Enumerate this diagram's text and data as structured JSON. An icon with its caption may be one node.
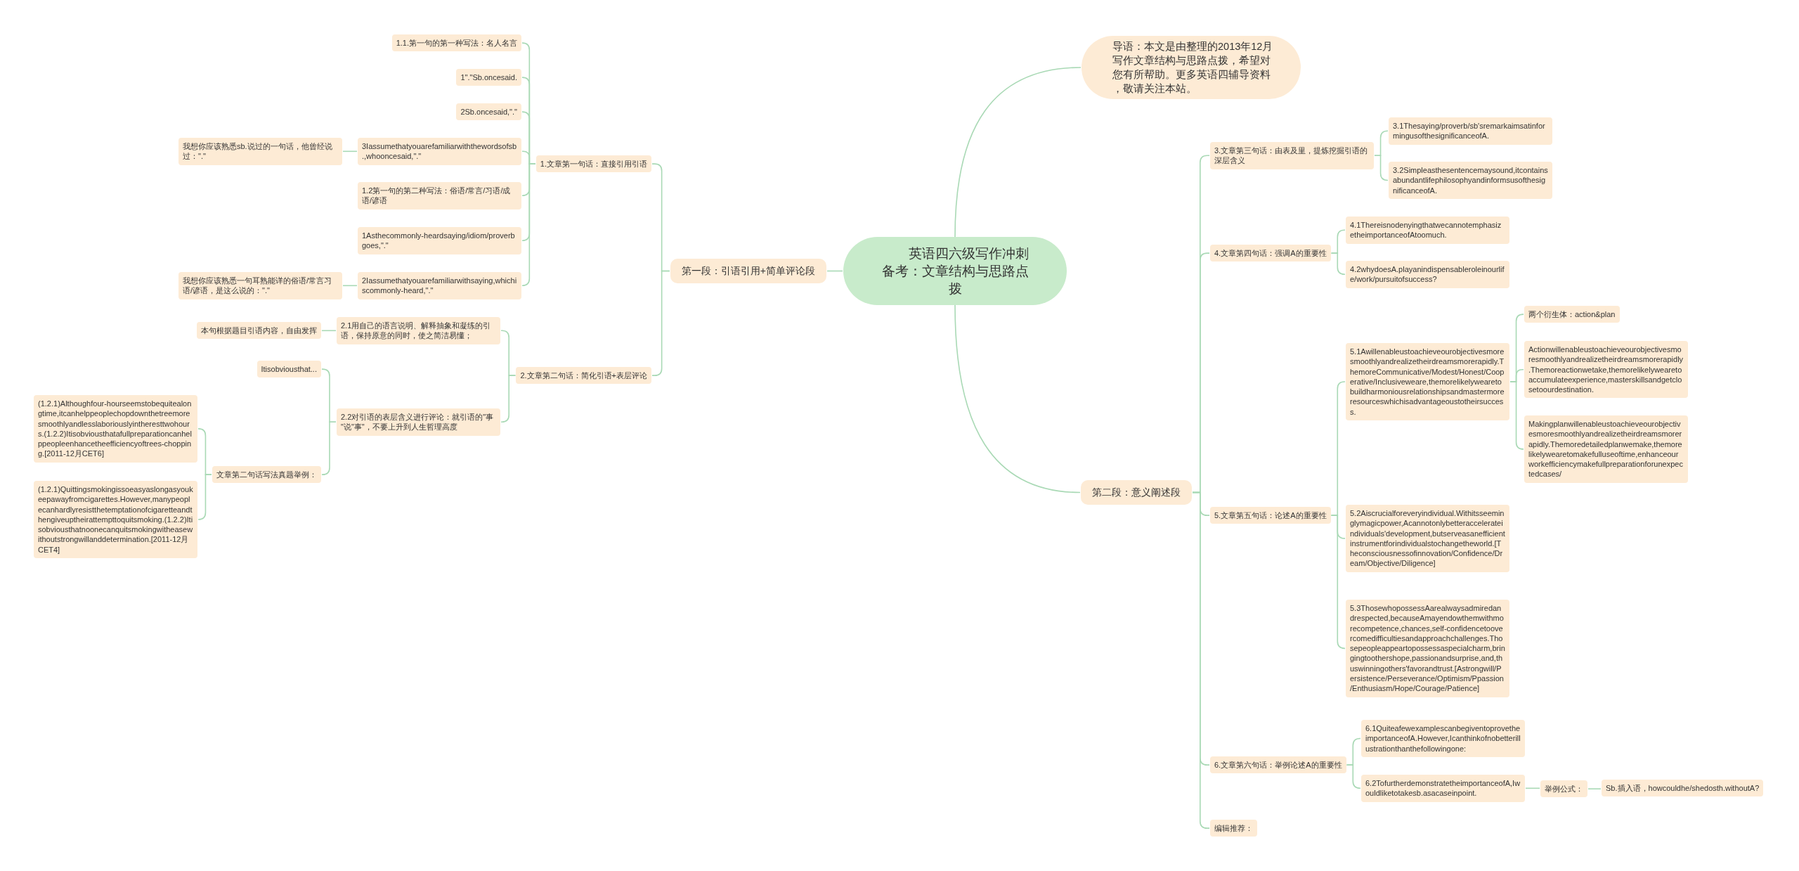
{
  "diagram": {
    "nodes": [
      {
        "text": [
          "英语四六级写作冲刺备考：文章结构与思路点拨"
        ]
      },
      {
        "text": [
          "导语：本文是由整理的2013年12月写作文章结构与思路点拨，希望对您有所帮助。更多英语四辅导资料，敬请关注本站。"
        ]
      },
      {
        "text": [
          "第一段：引语引用+简单评论段"
        ]
      },
      {
        "text": [
          "1.文章第一句话：直接引用引语"
        ]
      },
      {
        "text": [
          "1.1.第一句的第一种写法：名人名言"
        ]
      },
      {
        "text": [
          "1\".\"Sb.oncesaid."
        ]
      },
      {
        "text": [
          "2Sb.oncesaid,\".\""
        ]
      },
      {
        "text": [
          "3Iassumethatyouarefamiliarwiththewordsofsb.,whooncesaid,\".\""
        ]
      },
      {
        "text": [
          "我想你应该熟悉sb.说过的一句话，他曾经说过：\".\""
        ]
      },
      {
        "text": [
          "1.2第一句的第二种写法：俗语/常言/习语/成语/谚语"
        ]
      },
      {
        "text": [
          "1Asthecommonly-heardsaying/idiom/proverbgoes,\".\""
        ]
      },
      {
        "text": [
          "2Iassumethatyouarefamiliarwithsaying,whichiscommonly-heard,\".\""
        ]
      },
      {
        "text": [
          "我想你应该熟悉一句耳熟能详的俗语/常言习语/谚语，是这么说的：\".\""
        ]
      },
      {
        "text": [
          "2.文章第二句话：简化引语+表层评论"
        ]
      },
      {
        "text": [
          "2.1用自己的语言说明、解释抽象和凝练的引语，保持原意的同时，使之简洁易懂；"
        ]
      },
      {
        "text": [
          "本句根据题目引语内容，自由发挥"
        ]
      },
      {
        "text": [
          "2.2对引语的表层含义进行评论：就引语的\"事\"说\"事\"，不要上升到人生哲理高度"
        ]
      },
      {
        "text": [
          "Itisobviousthat..."
        ]
      },
      {
        "text": [
          "文章第二句话写法真题举例："
        ]
      },
      {
        "text": [
          "(1.2.1)Althoughfour-hourseemstobequitealongtime,itcanhelppeoplechopdownthetreemoresmoothlyandlesslaboriouslyintheresttwohours.(1.2.2)Itisobviousthatafullpreparationcanhelppeopleenhancetheefficiencyoftrees-chopping.[2011-12月CET6]"
        ]
      },
      {
        "text": [
          "(1.2.1)Quittingsmokingissoeasyaslongasyoukeepawayfromcigarettes.However,manypeoplecanhardlyresistthetemptationofcigaretteandthengiveuptheirattempttoquitsmoking.(1.2.2)Itisobviousthatnoonecanquitsmokingwitheasewithoutstrongwillanddetermination.[2011-12月CET4]"
        ]
      },
      {
        "text": [
          "第二段：意义阐述段"
        ]
      },
      {
        "text": [
          "3.文章第三句话：由表及里，提炼挖掘引语的深层含义"
        ]
      },
      {
        "text": [
          "3.1Thesaying/proverb/sb'sremarkaimsatinformingusofthesignificanceofA."
        ]
      },
      {
        "text": [
          "3.2Simpleasthesentencemaysound,itcontainsabundantlifephilosophyandinformsusofthesignificanceofA."
        ]
      },
      {
        "text": [
          "4.文章第四句话：强调A的重要性"
        ]
      },
      {
        "text": [
          "4.1ThereisnodenyingthatwecannotemphasizetheimportanceofAtoomuch."
        ]
      },
      {
        "text": [
          "4.2whydoesA.playanindispensableroleinourlife/work/pursuitofsuccess?"
        ]
      },
      {
        "text": [
          "5.文章第五句话：论述A的重要性"
        ]
      },
      {
        "text": [
          "5.1Awillenableustoachieveourobjectivesmoresmoothlyandrealizetheirdreamsmorerapidly.ThemoreCommunicative/Modest/Honest/Cooperative/Inclusiveweare,themorelikelywearetobuildharmoniousrelationshipsandmastermoreresourceswhichisadvantageoustotheirsuccess."
        ]
      },
      {
        "text": [
          "两个衍生体：action&plan"
        ]
      },
      {
        "text": [
          "Actionwillenableustoachieveourobjectivesmoresmoothlyandrealizetheirdreamsmorerapidly.Themoreactionwetake,themorelikelywearetoaccumulateexperience,masterskillsandgetclosetoourdestination."
        ]
      },
      {
        "text": [
          "Makingplanwillenableustoachieveourobjectivesmoresmoothlyandrealizetheirdreamsmorerapidly.Themoredetailedplanwemake,themorelikelywearetomakefulluseoftime,enhanceourworkefficiencymakefullpreparationforunexpectedcases/"
        ]
      },
      {
        "text": [
          "5.2Aiscrucialforeveryindividual.Withitsseeminglymagicpower,Acannotonlybetteraccelerateindividuals'development,butserveasanefficientinstrumentforindividualstochangetheworld.[Theconsciousnessofinnovation/Confidence/Dream/Objective/Diligence]"
        ]
      },
      {
        "text": [
          "5.3ThosewhopossessAarealwaysadmiredandrespected,becauseAmayendowthemwithmorecompetence,chances,self-confidencetoovercomedifficultiesandapproachchallenges.Thosepeopleappeartopossessaspecialcharm,bringingtoothershope,passionandsurprise,and,thuswinningothers'favorandtrust.[Astrongwill/Persistence/Perseverance/Optimism/Ppassion/Enthusiasm/Hope/Courage/Patience]"
        ]
      },
      {
        "text": [
          "6.文章第六句话：举例论述A的重要性"
        ]
      },
      {
        "text": [
          "6.1QuiteafewexamplescanbegiventoprovetheimportanceofA.However,Icanthinkofnobetterillustrationthanthefollowingone:"
        ]
      },
      {
        "text": [
          "6.2TofurtherdemonstratetheimportanceofA,Iwouldliketotakesb.asacaseinpoint."
        ]
      },
      {
        "text": [
          "举例公式："
        ]
      },
      {
        "text": [
          "Sb.插入语，howcouldhe/shedosth.withoutA?"
        ]
      },
      {
        "text": [
          "编辑推荐："
        ]
      }
    ],
    "edges": [
      {
        "from": 0,
        "to": 1,
        "arrow": "none"
      },
      {
        "from": 0,
        "to": 2,
        "arrow": "none"
      },
      {
        "from": 0,
        "to": 21,
        "arrow": "none"
      },
      {
        "from": 2,
        "to": 3,
        "arrow": "none"
      },
      {
        "from": 3,
        "to": 4,
        "arrow": "none"
      },
      {
        "from": 3,
        "to": 5,
        "arrow": "none"
      },
      {
        "from": 3,
        "to": 6,
        "arrow": "none"
      },
      {
        "from": 3,
        "to": 7,
        "arrow": "none"
      },
      {
        "from": 7,
        "to": 8,
        "arrow": "none"
      },
      {
        "from": 3,
        "to": 9,
        "arrow": "none"
      },
      {
        "from": 3,
        "to": 10,
        "arrow": "none"
      },
      {
        "from": 3,
        "to": 11,
        "arrow": "none"
      },
      {
        "from": 11,
        "to": 12,
        "arrow": "none"
      },
      {
        "from": 2,
        "to": 13,
        "arrow": "none"
      },
      {
        "from": 13,
        "to": 14,
        "arrow": "none"
      },
      {
        "from": 14,
        "to": 15,
        "arrow": "none"
      },
      {
        "from": 13,
        "to": 16,
        "arrow": "none"
      },
      {
        "from": 16,
        "to": 17,
        "arrow": "none"
      },
      {
        "from": 16,
        "to": 18,
        "arrow": "none"
      },
      {
        "from": 18,
        "to": 19,
        "arrow": "none"
      },
      {
        "from": 18,
        "to": 20,
        "arrow": "none"
      },
      {
        "from": 21,
        "to": 22,
        "arrow": "none"
      },
      {
        "from": 22,
        "to": 23,
        "arrow": "none"
      },
      {
        "from": 22,
        "to": 24,
        "arrow": "none"
      },
      {
        "from": 21,
        "to": 25,
        "arrow": "none"
      },
      {
        "from": 25,
        "to": 26,
        "arrow": "none"
      },
      {
        "from": 25,
        "to": 27,
        "arrow": "none"
      },
      {
        "from": 21,
        "to": 28,
        "arrow": "none"
      },
      {
        "from": 28,
        "to": 29,
        "arrow": "none"
      },
      {
        "from": 29,
        "to": 30,
        "arrow": "none"
      },
      {
        "from": 29,
        "to": 31,
        "arrow": "none"
      },
      {
        "from": 29,
        "to": 32,
        "arrow": "none"
      },
      {
        "from": 28,
        "to": 33,
        "arrow": "none"
      },
      {
        "from": 28,
        "to": 34,
        "arrow": "none"
      },
      {
        "from": 21,
        "to": 35,
        "arrow": "none"
      },
      {
        "from": 35,
        "to": 36,
        "arrow": "none"
      },
      {
        "from": 35,
        "to": 37,
        "arrow": "none"
      },
      {
        "from": 37,
        "to": 38,
        "arrow": "none"
      },
      {
        "from": 38,
        "to": 39,
        "arrow": "none"
      },
      {
        "from": 21,
        "to": 40,
        "arrow": "none"
      }
    ]
  }
}
